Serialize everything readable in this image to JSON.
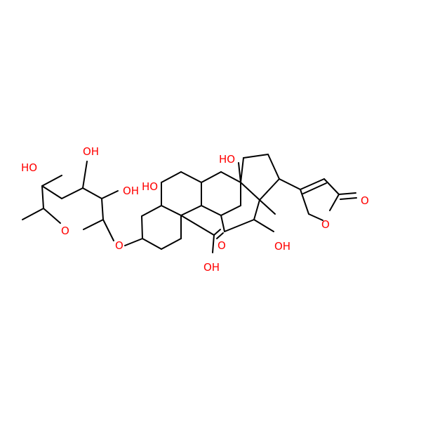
{
  "colors": {
    "background": "#ffffff",
    "bond": "#000000",
    "heteroatom_oxygen": "#ff0000"
  },
  "labels": {
    "oh_sugar_top": "OH",
    "oh_sugar_left": "HO",
    "oh_sugar_right": "OH",
    "o_ring": "O",
    "o_glycosidic": "O",
    "oh_c5": "HO",
    "oh_c14": "HO",
    "oh_c12": "OH",
    "o_carbonyl_acid": "O",
    "oh_acid": "OH",
    "o_lactone_ring": "O",
    "o_lactone_carbonyl": "O"
  }
}
